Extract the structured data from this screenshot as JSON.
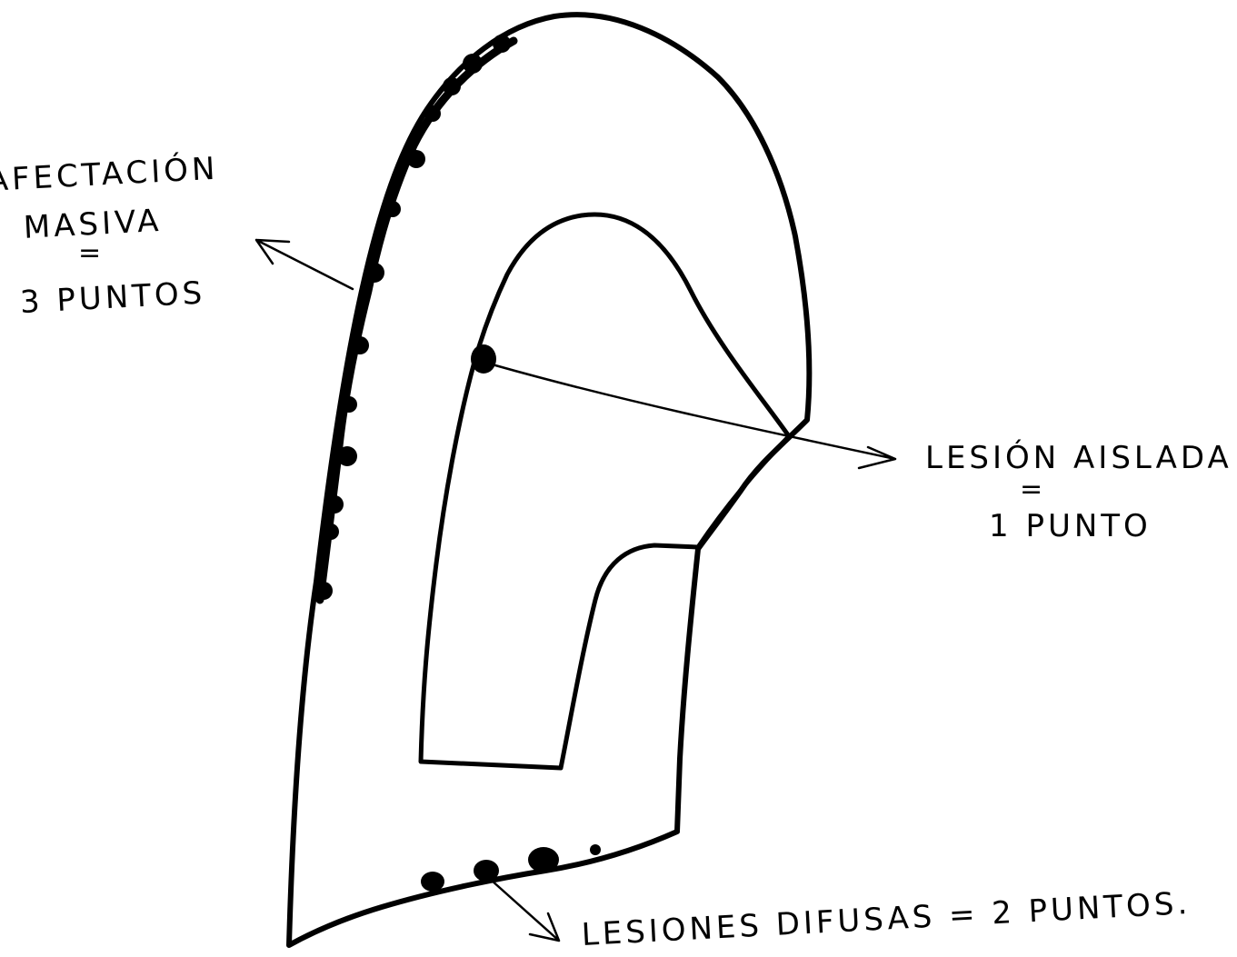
{
  "labels": {
    "massive": {
      "line1": "AFECTACIÓN",
      "line2": "MASIVA",
      "equals": "=",
      "line3": "3 PUNTOS"
    },
    "isolated": {
      "line1": "LESIÓN  AISLADA",
      "equals": "=",
      "line2": "1 PUNTO"
    },
    "diffuse": {
      "line1": "LESIONES   DIFUSAS  =  2  PUNTOS."
    }
  }
}
